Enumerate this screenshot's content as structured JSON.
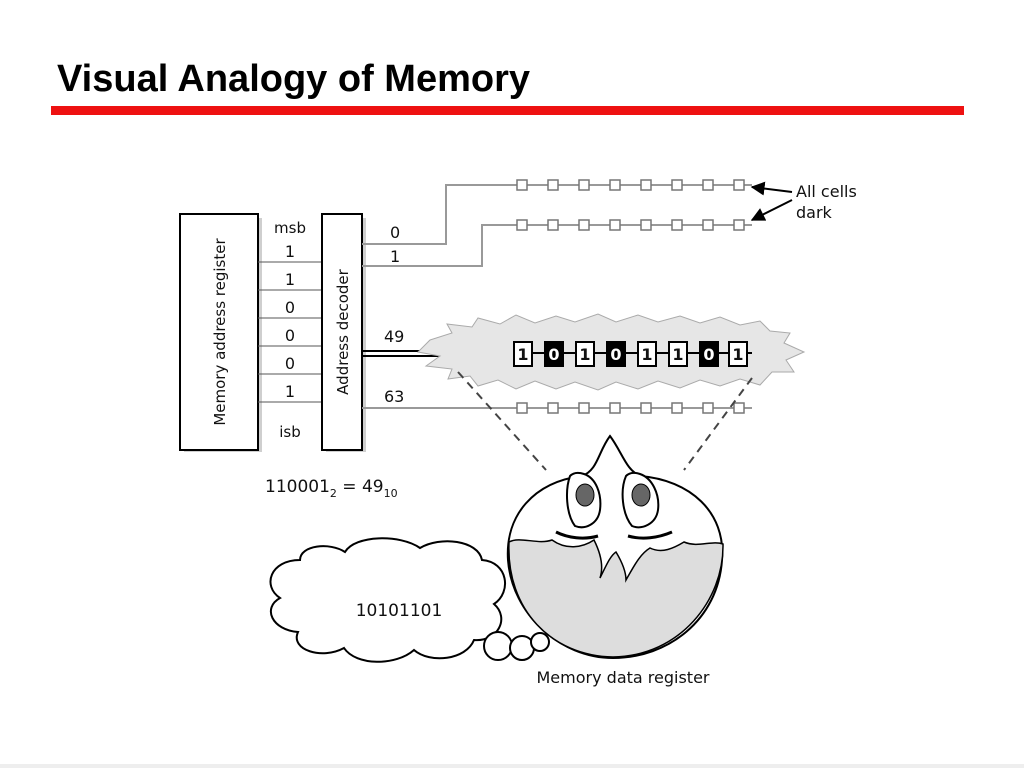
{
  "title": "Visual Analogy of Memory",
  "colors": {
    "accent": "#ee1111",
    "line": "#999999",
    "dark": "#000000",
    "burst_fill": "#e6e6e6",
    "head_fill": "#dddddd"
  },
  "register": {
    "label": "Memory address register",
    "msb_label": "msb",
    "lsb_label": "isb",
    "bits": [
      "1",
      "1",
      "0",
      "0",
      "0",
      "1"
    ]
  },
  "decoder": {
    "label": "Address decoder",
    "outputs": [
      "0",
      "1",
      "49",
      "63"
    ]
  },
  "callout": {
    "line1": "All cells",
    "line2": "dark"
  },
  "selected_word": {
    "bits": [
      "1",
      "0",
      "1",
      "0",
      "1",
      "1",
      "0",
      "1"
    ]
  },
  "equation": {
    "binary": "110001",
    "base_from": "2",
    "equals": " = ",
    "decimal": "49",
    "base_to": "10"
  },
  "thought": {
    "value": "10101101"
  },
  "data_register_label": "Memory data register"
}
